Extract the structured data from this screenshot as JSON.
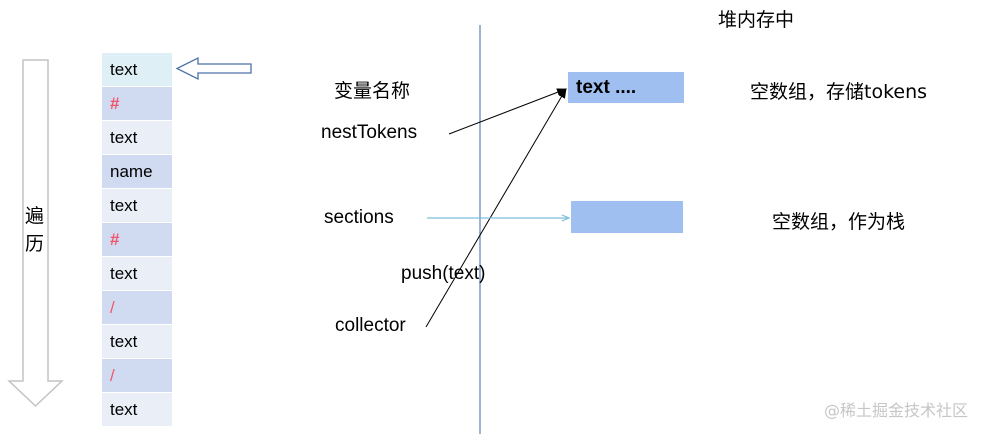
{
  "tokens": [
    {
      "text": "text",
      "tone": "first",
      "kind": "plain"
    },
    {
      "text": "#",
      "tone": "dark",
      "kind": "hash"
    },
    {
      "text": "text",
      "tone": "light",
      "kind": "plain"
    },
    {
      "text": "name",
      "tone": "dark",
      "kind": "plain"
    },
    {
      "text": "text",
      "tone": "light",
      "kind": "plain"
    },
    {
      "text": "#",
      "tone": "dark",
      "kind": "hash"
    },
    {
      "text": "text",
      "tone": "light",
      "kind": "plain"
    },
    {
      "text": "/",
      "tone": "dark",
      "kind": "slash"
    },
    {
      "text": "text",
      "tone": "light",
      "kind": "plain"
    },
    {
      "text": "/",
      "tone": "dark",
      "kind": "slash"
    },
    {
      "text": "text",
      "tone": "light",
      "kind": "plain"
    }
  ],
  "traverse_label_1": "遍",
  "traverse_label_2": "历",
  "variable_header": "变量名称",
  "heap_header": "堆内存中",
  "variables": {
    "nest_tokens": "nestTokens",
    "sections": "sections",
    "collector": "collector"
  },
  "push_label": "push(text)",
  "heap_box_1_text": "text ....",
  "desc_1": "空数组，存储tokens",
  "desc_2": "空数组，作为栈",
  "watermark": "@稀土掘金技术社区",
  "colors": {
    "hash_red": "#f0566a",
    "heap_blue": "#9fbff0",
    "divider_blue": "#5a82b4",
    "sections_arrow": "#7dc0dc",
    "outline_gray": "#c3c3c3",
    "pointer_arrow": "#4d71a8"
  }
}
